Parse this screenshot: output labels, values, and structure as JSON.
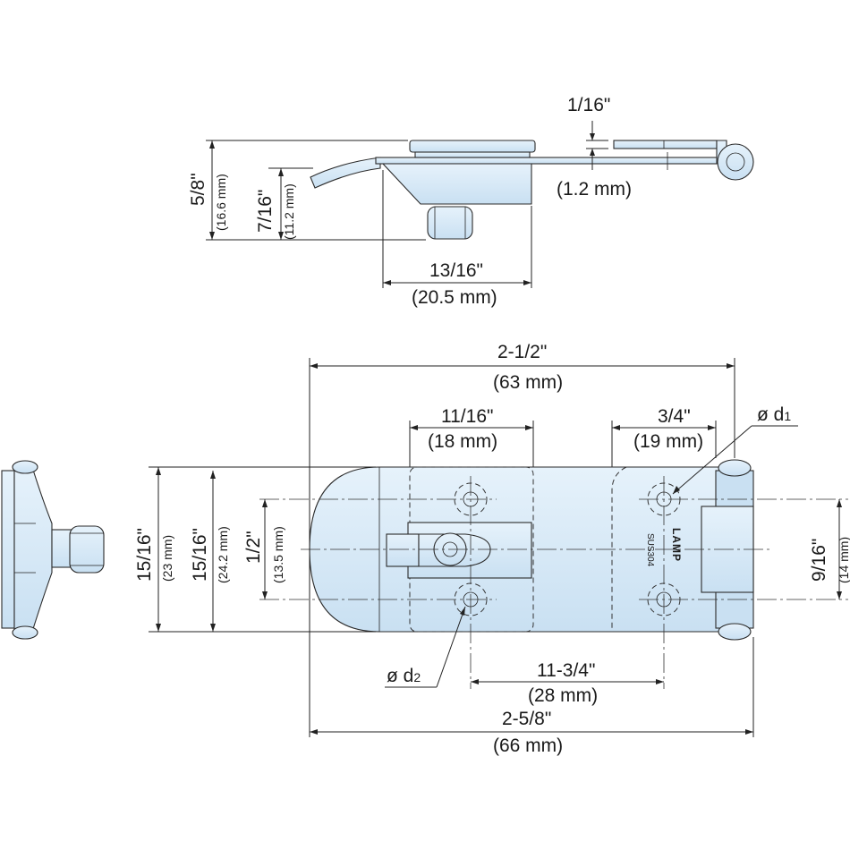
{
  "colors": {
    "part_fill": "#d4e8f6",
    "part_fill_light": "#e6f2fb",
    "part_shadow": "#b7d4ea",
    "line": "#222222",
    "background": "#ffffff"
  },
  "side_view": {
    "thickness": "1/16\"",
    "thickness_mm": "(1.2 mm)",
    "height_total": "5/8\"",
    "height_total_mm": "(16.6 mm)",
    "height_latch": "7/16\"",
    "height_latch_mm": "(11.2 mm)",
    "latch_width": "13/16\"",
    "latch_width_mm": "(20.5 mm)"
  },
  "top_view": {
    "overall_length": "2-1/2\"",
    "overall_length_mm": "(63 mm)",
    "latch_hole_pitch": "11/16\"",
    "latch_hole_pitch_mm": "(18 mm)",
    "hinge_hole_pitch": "3/4\"",
    "hinge_hole_pitch_mm": "(19 mm)",
    "hole_d1": "ø d",
    "hole_d1_sub": "1",
    "hole_d2": "ø d",
    "hole_d2_sub": "2",
    "width_a": "15/16\"",
    "width_a_mm": "(23 mm)",
    "width_b": "15/16\"",
    "width_b_mm": "(24.2 mm)",
    "hole_spacing": "1/2\"",
    "hole_spacing_mm": "(13.5 mm)",
    "hinge_hole_spacing": "9/16\"",
    "hinge_hole_spacing_mm": "(14 mm)",
    "center_distance": "11-3/4\"",
    "center_distance_mm": "(28 mm)",
    "total_length": "2-5/8\"",
    "total_length_mm": "(66 mm)",
    "brand_mark": "LAMP",
    "material_mark": "SUS304"
  }
}
